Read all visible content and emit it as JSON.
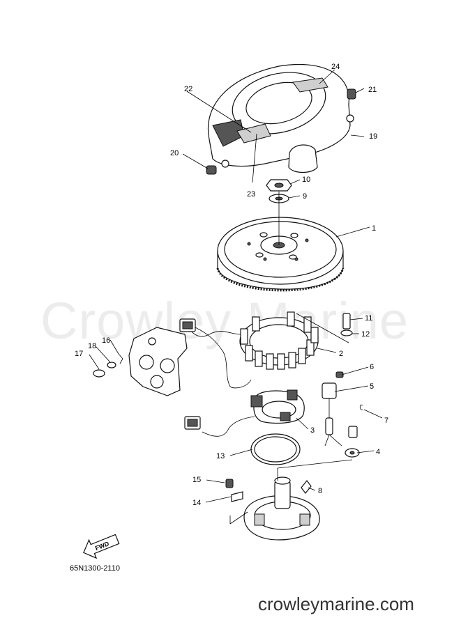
{
  "watermark": "Crowley Marine",
  "site_url": "crowleymarine.com",
  "diagram_code": "65N1300-2110",
  "fwd_label": "FWD",
  "callouts": [
    "1",
    "2",
    "3",
    "4",
    "5",
    "6",
    "7",
    "8",
    "9",
    "10",
    "11",
    "12",
    "13",
    "14",
    "15",
    "16",
    "17",
    "18",
    "19",
    "20",
    "21",
    "22",
    "23",
    "24"
  ]
}
